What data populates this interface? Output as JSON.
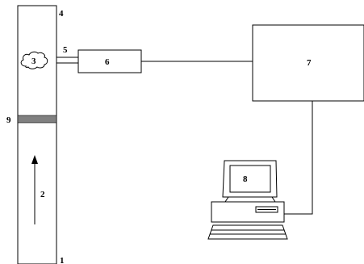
{
  "labels": {
    "l1": "1",
    "l2": "2",
    "l3": "3",
    "l4": "4",
    "l5": "5",
    "l6": "6",
    "l7": "7",
    "l8": "8",
    "l9": "9"
  },
  "colors": {
    "line": "#000000",
    "band": "#808080",
    "background": "#ffffff"
  },
  "icons": {
    "cloud": "cloud-icon",
    "arrow": "up-arrow-icon",
    "computer": "computer-icon"
  }
}
